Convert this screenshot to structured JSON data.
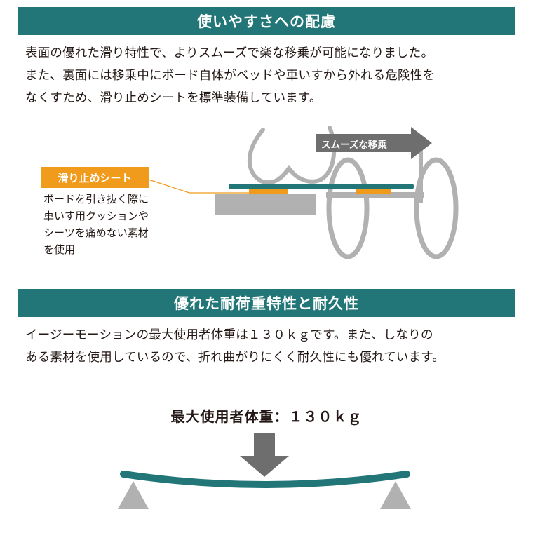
{
  "section1": {
    "title": "使いやすさへの配慮",
    "lines": [
      "表面の優れた滑り特性で、よりスムーズで楽な移乗が可能になりました。",
      "また、裏面には移乗中にボード自体がベッドや車いすから外れる危険性を",
      "なくすため、滑り止めシートを標準装備しています。"
    ],
    "callout_label": "滑り止めシート",
    "callout_lines": [
      "ボードを引き抜く際に",
      "車いす用クッションや",
      "シーツを痛めない素材",
      "を使用"
    ],
    "arrow_label": "スムーズな移乗"
  },
  "section2": {
    "title": "優れた耐荷重特性と耐久性",
    "lines": [
      "イージーモーションの最大使用者体重は１３０ｋｇです。また、しなりの",
      "ある素材を使用しているので、折れ曲がりにくく耐久性にも優れています。"
    ],
    "weight_title": "最大使用者体重：１３０ｋｇ"
  },
  "colors": {
    "teal": "#237677",
    "orange": "#f19b1c",
    "gray": "#b1b1b1",
    "dark_gray": "#6e6e6e"
  }
}
